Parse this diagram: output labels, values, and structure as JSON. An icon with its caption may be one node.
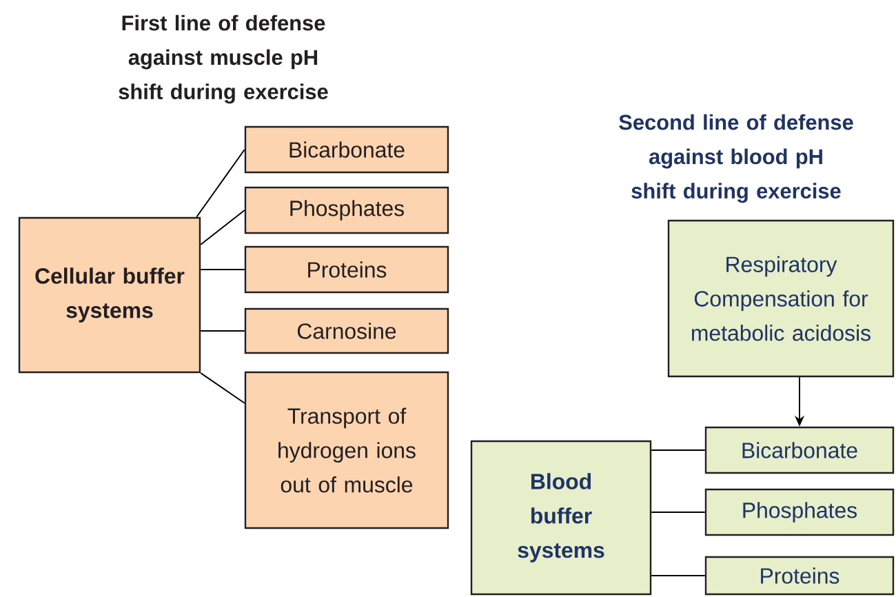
{
  "diagram": {
    "nodes": [
      {
        "text": [
          "Cellular buffer systems"
        ]
      },
      {
        "text": [
          "Bicarbonate"
        ]
      },
      {
        "text": [
          "Phosphates"
        ]
      },
      {
        "text": [
          "Proteins"
        ]
      },
      {
        "text": [
          "Carnosine"
        ]
      },
      {
        "text": [
          "Transport of hydrogen ions out of muscle"
        ]
      },
      {
        "text": [
          "Respiratory Compensation for metabolic acidosis"
        ]
      },
      {
        "text": [
          "Blood buffer systems"
        ]
      },
      {
        "text": [
          "Bicarbonate"
        ]
      },
      {
        "text": [
          "Phosphates"
        ]
      },
      {
        "text": [
          "Proteins"
        ]
      }
    ],
    "edges": [
      {
        "from": 0,
        "to": 1,
        "arrow": "none"
      },
      {
        "from": 0,
        "to": 2,
        "arrow": "none"
      },
      {
        "from": 0,
        "to": 3,
        "arrow": "none"
      },
      {
        "from": 0,
        "to": 4,
        "arrow": "none"
      },
      {
        "from": 0,
        "to": 5,
        "arrow": "none"
      },
      {
        "from": 6,
        "to": 8,
        "arrow": "to"
      },
      {
        "from": 7,
        "to": 8,
        "arrow": "none"
      },
      {
        "from": 7,
        "to": 9,
        "arrow": "none"
      },
      {
        "from": 7,
        "to": 10,
        "arrow": "none"
      }
    ],
    "labels": [
      "First line of defense against muscle pH shift during exercise",
      "Second line of defense against blood pH shift during exercise"
    ]
  }
}
